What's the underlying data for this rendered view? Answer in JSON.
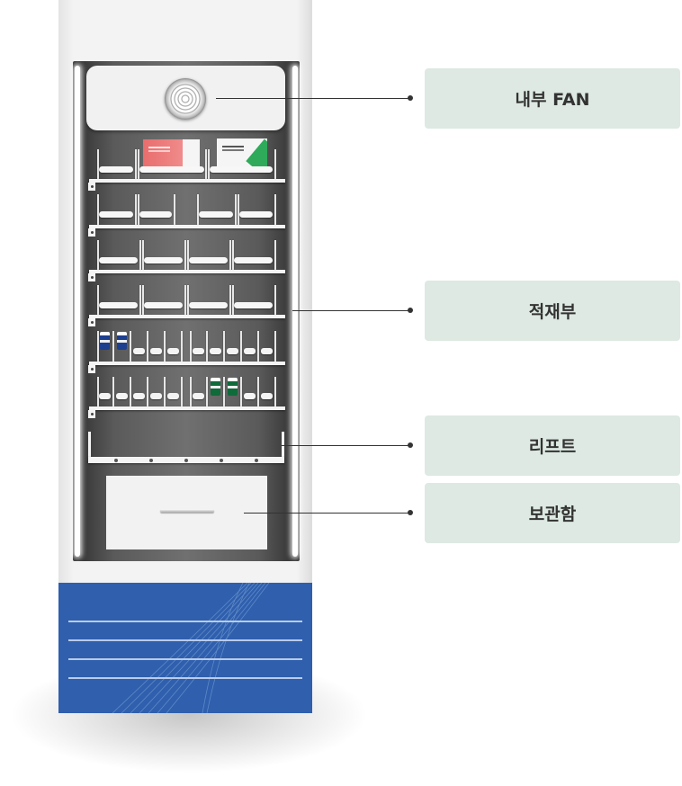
{
  "labels": {
    "fan": "내부 FAN",
    "shelf": "적재부",
    "lift": "리프트",
    "storage": "보관함"
  },
  "colors": {
    "callout_bg": "#dde9e2",
    "callout_text": "#333333",
    "base_blue": "#2f5fad",
    "cabinet": "#f3f3f3"
  }
}
